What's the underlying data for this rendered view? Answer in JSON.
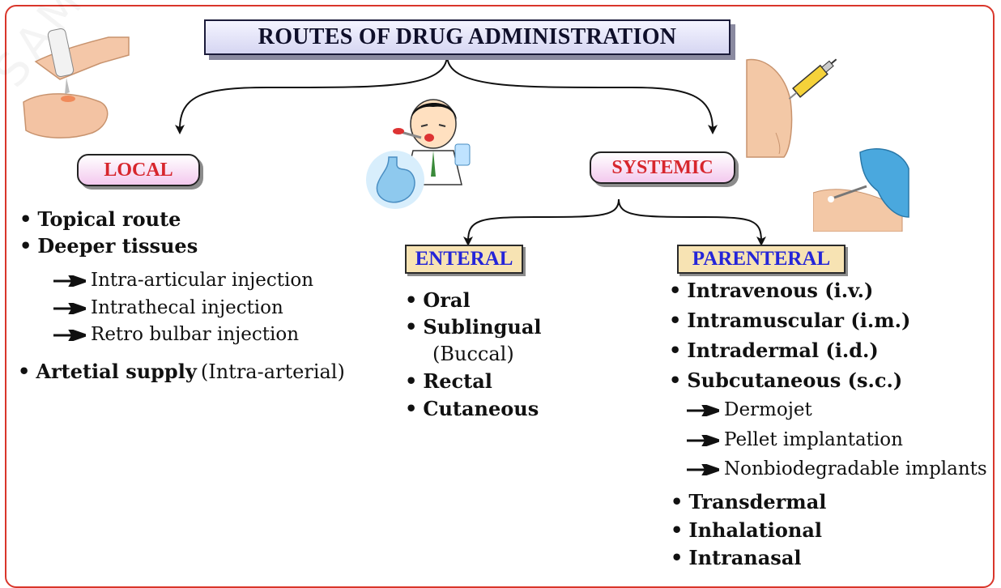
{
  "title": "ROUTES OF DRUG ADMINISTRATION",
  "watermark": "SAMPLE BOOK OF D.P.",
  "colors": {
    "border": "#d9362b",
    "pill_text": "#d7262d",
    "tag_text": "#2525d8",
    "tag_fill": "#f7e3b3",
    "title_fill": "#d6d6f2"
  },
  "local": {
    "label": "LOCAL",
    "items": [
      {
        "bullet": "•",
        "bold": "Topical route",
        "plain": ""
      },
      {
        "bullet": "•",
        "bold": "Deeper tissues",
        "plain": ""
      }
    ],
    "sub_items": [
      "Intra-articular injection",
      "Intrathecal injection",
      "Retro bulbar injection"
    ],
    "last_item": {
      "bullet": "•",
      "bold": "Artetial supply",
      "plain": "(Intra-arterial)"
    }
  },
  "systemic": {
    "label": "SYSTEMIC",
    "enteral": {
      "label": "ENTERAL",
      "items": [
        "Oral",
        "Sublingual",
        "Rectal",
        "Cutaneous"
      ],
      "sublingual_note": "(Buccal)"
    },
    "parenteral": {
      "label": "PARENTERAL",
      "items": [
        "Intravenous (i.v.)",
        "Intramuscular (i.m.)",
        "Intradermal (i.d.)",
        "Subcutaneous (s.c.)"
      ],
      "sub_items": [
        "Dermojet",
        "Pellet implantation",
        "Nonbiodegradable implants"
      ],
      "more_items": [
        "Transdermal",
        "Inhalational",
        "Intranasal"
      ]
    }
  },
  "illustrations": [
    "topical-cream-hand-icon",
    "child-drinking-medicine-icon",
    "stomach-icon",
    "arm-injection-icon",
    "syringe-icon",
    "gloved-hand-injection-icon"
  ]
}
